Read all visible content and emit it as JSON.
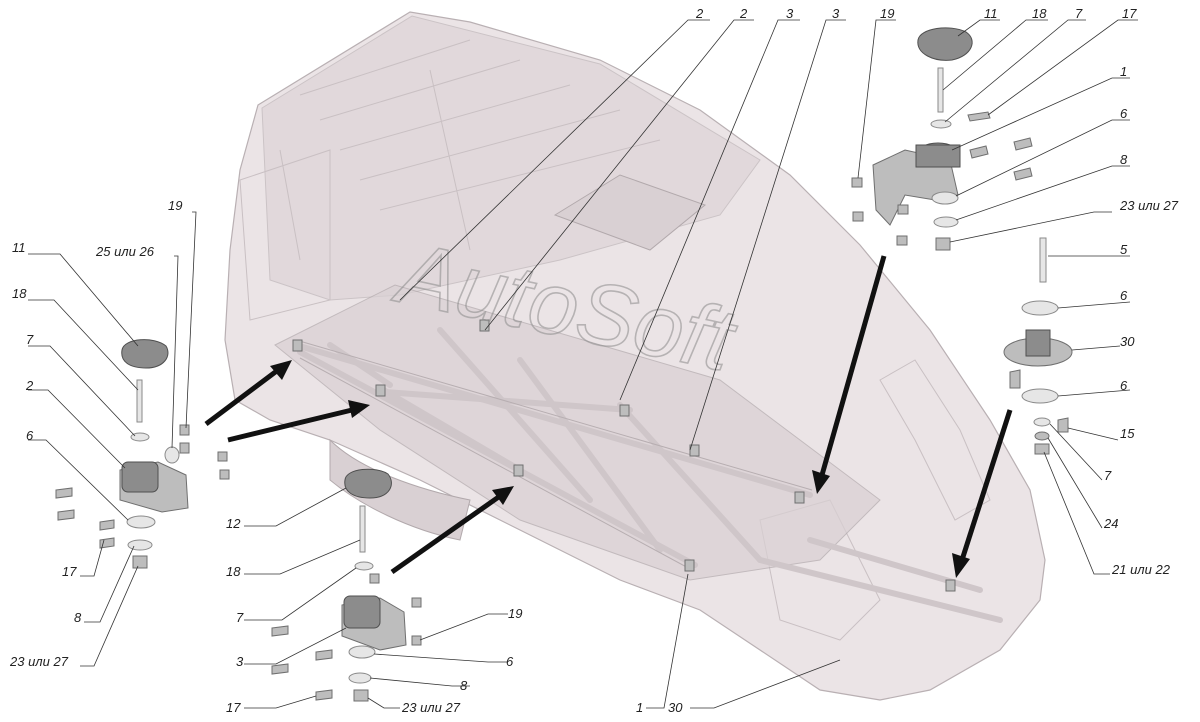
{
  "watermark": "AutoSoft",
  "callouts": [
    {
      "id": "c-2a",
      "text": "2"
    },
    {
      "id": "c-2b",
      "text": "2"
    },
    {
      "id": "c-3a",
      "text": "3"
    },
    {
      "id": "c-3b",
      "text": "3"
    },
    {
      "id": "c-19-top",
      "text": "19"
    },
    {
      "id": "c-11-top",
      "text": "11"
    },
    {
      "id": "c-18-top",
      "text": "18"
    },
    {
      "id": "c-7-top",
      "text": "7"
    },
    {
      "id": "c-17-top",
      "text": "17"
    },
    {
      "id": "c-1-top",
      "text": "1"
    },
    {
      "id": "c-6-top",
      "text": "6"
    },
    {
      "id": "c-8-top",
      "text": "8"
    },
    {
      "id": "c-23-27-top",
      "text": "23 или 27"
    },
    {
      "id": "c-5",
      "text": "5"
    },
    {
      "id": "c-6-r1",
      "text": "6"
    },
    {
      "id": "c-30-r",
      "text": "30"
    },
    {
      "id": "c-6-r2",
      "text": "6"
    },
    {
      "id": "c-15",
      "text": "15"
    },
    {
      "id": "c-7-r",
      "text": "7"
    },
    {
      "id": "c-24",
      "text": "24"
    },
    {
      "id": "c-21-22",
      "text": "21 или 22"
    },
    {
      "id": "c-19-left",
      "text": "19"
    },
    {
      "id": "c-25-26",
      "text": "25 или 26"
    },
    {
      "id": "c-11-left",
      "text": "11"
    },
    {
      "id": "c-18-left",
      "text": "18"
    },
    {
      "id": "c-7-left",
      "text": "7"
    },
    {
      "id": "c-2-left",
      "text": "2"
    },
    {
      "id": "c-6-left",
      "text": "6"
    },
    {
      "id": "c-17-left",
      "text": "17"
    },
    {
      "id": "c-8-left",
      "text": "8"
    },
    {
      "id": "c-23-27-left",
      "text": "23 или 27"
    },
    {
      "id": "c-12",
      "text": "12"
    },
    {
      "id": "c-18-bot",
      "text": "18"
    },
    {
      "id": "c-7-bot",
      "text": "7"
    },
    {
      "id": "c-19-bot",
      "text": "19"
    },
    {
      "id": "c-3-bot",
      "text": "3"
    },
    {
      "id": "c-6-bot",
      "text": "6"
    },
    {
      "id": "c-8-bot",
      "text": "8"
    },
    {
      "id": "c-17-bot",
      "text": "17"
    },
    {
      "id": "c-23-27-bot",
      "text": "23 или 27"
    },
    {
      "id": "c-1-bot",
      "text": "1"
    },
    {
      "id": "c-30-bot",
      "text": "30"
    }
  ]
}
